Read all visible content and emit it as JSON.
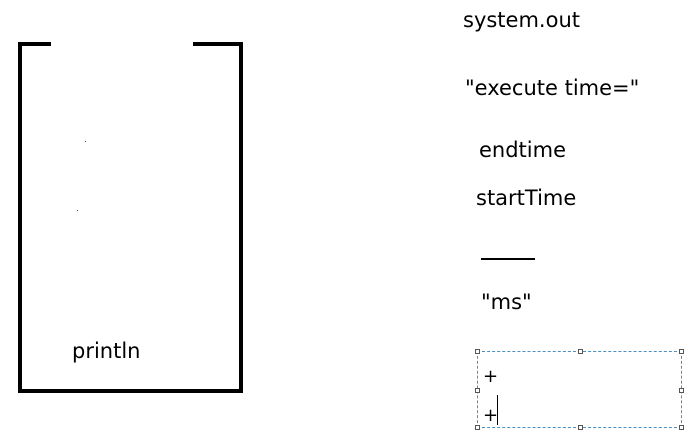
{
  "stack": {
    "label": "println"
  },
  "items": [
    "system.out",
    "\"execute time=\"",
    "endtime",
    "startTime",
    "\"ms\""
  ],
  "textbox": {
    "lines": [
      "+",
      "+"
    ]
  }
}
